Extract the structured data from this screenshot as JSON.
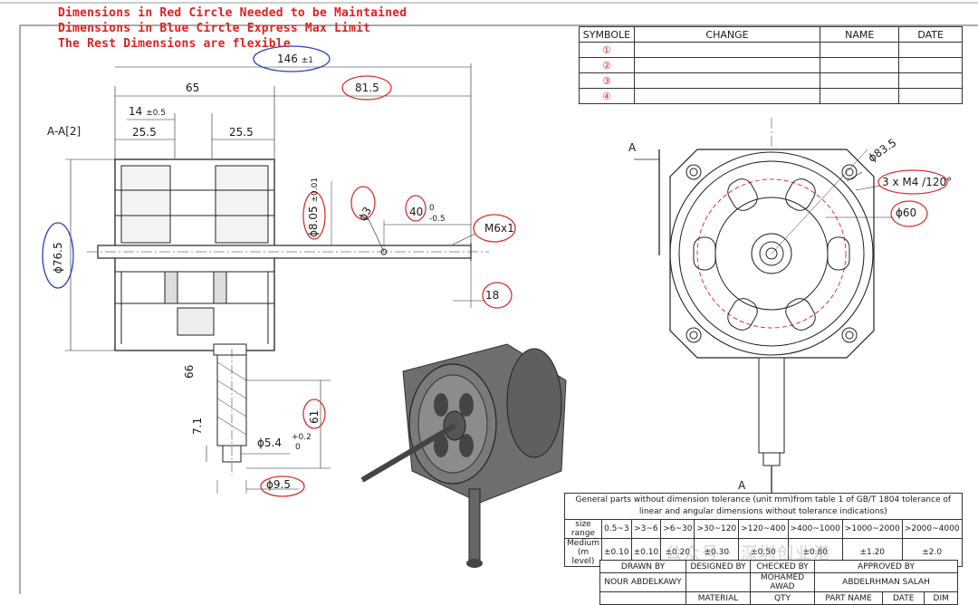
{
  "notes": [
    "Dimensions in Red Circle Needed to be Maintained",
    "Dimensions in Blue Circle Express Max Limit",
    "The Rest Dimensions are flexible"
  ],
  "section_view": {
    "section_label": "A-A[2]",
    "dims": {
      "overall_length": "146",
      "overall_tol": "±1",
      "body_length": "65",
      "shaft_length": "81.5",
      "slot_width": "14",
      "slot_width_tol": "±0.5",
      "left_half": "25.5",
      "right_half": "25.5",
      "shaft_dia": "ϕ8.05",
      "shaft_dia_tol": "±0.01",
      "hole_dia": "ϕ3",
      "flat_length": "40",
      "flat_tol_upper": "0",
      "flat_tol_lower": "-0.5",
      "thread": "M6x1",
      "thread_end": "18",
      "body_dia": "ϕ76.5",
      "stub_offset": "66",
      "stub_length": "61",
      "stub_step": "7.1",
      "stub_dia": "ϕ5.4",
      "stub_dia_tol_upper": "+0.2",
      "stub_dia_tol_lower": "0",
      "stub_outer_dia": "ϕ9.5"
    }
  },
  "front_view": {
    "pitch_dia": "ϕ83.5",
    "mount_holes": "3 x M4 /120°",
    "hub_dia": "ϕ60",
    "section_mark_top": "A",
    "section_mark_bottom": "A"
  },
  "revision_table": {
    "headers": [
      "SYMBOLE",
      "CHANGE",
      "NAME",
      "DATE"
    ],
    "rows": [
      "①",
      "②",
      "③",
      "④"
    ]
  },
  "tolerance_table": {
    "note": "General parts without dimension tolerance (unit mm)from table 1 of GB/T 1804 tolerance of linear and angular dimensions without tolerance indications)",
    "row1_label": "size range",
    "ranges": [
      "0.5~3",
      ">3~6",
      ">6~30",
      ">30~120",
      ">120~400",
      ">400~1000",
      ">1000~2000",
      ">2000~4000"
    ],
    "row2_label": "Medium (m level)",
    "values": [
      "±0.10",
      "±0.10",
      "±0.20",
      "±0.30",
      "±0.50",
      "±0.80",
      "±1.20",
      "±2.0"
    ]
  },
  "title_block": {
    "drawn_by_label": "DRAWN BY",
    "designed_by_label": "DESIGNED BY",
    "checked_by_label": "CHECKED BY",
    "approved_by_label": "APPROVED BY",
    "drawn_by": "NOUR ABDELKAWY",
    "checked_by": "MOHAMED AWAD",
    "approved_by": "ABDELRHMAN SALAH",
    "material_label": "MATERIAL",
    "qty_label": "QTY",
    "part_name_label": "PART NAME",
    "date_label": "DATE",
    "dim_label": "DIM"
  },
  "watermark": "公众号 · 深圳创业港"
}
